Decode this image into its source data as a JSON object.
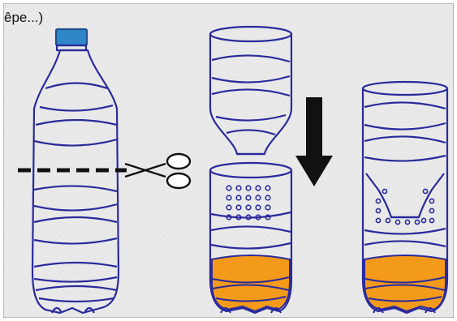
{
  "caption": "êpe...)",
  "colors": {
    "background": "#e6e6e6",
    "outline": "#2a2a9c",
    "cap": "#2e86c8",
    "liquid": "#f39a1b",
    "arrow": "#111111",
    "dash": "#111111"
  },
  "icons": [
    "scissors-icon",
    "down-arrow-icon"
  ],
  "figures": [
    "whole-bottle",
    "cut-bottle-parts",
    "assembled-trap"
  ]
}
